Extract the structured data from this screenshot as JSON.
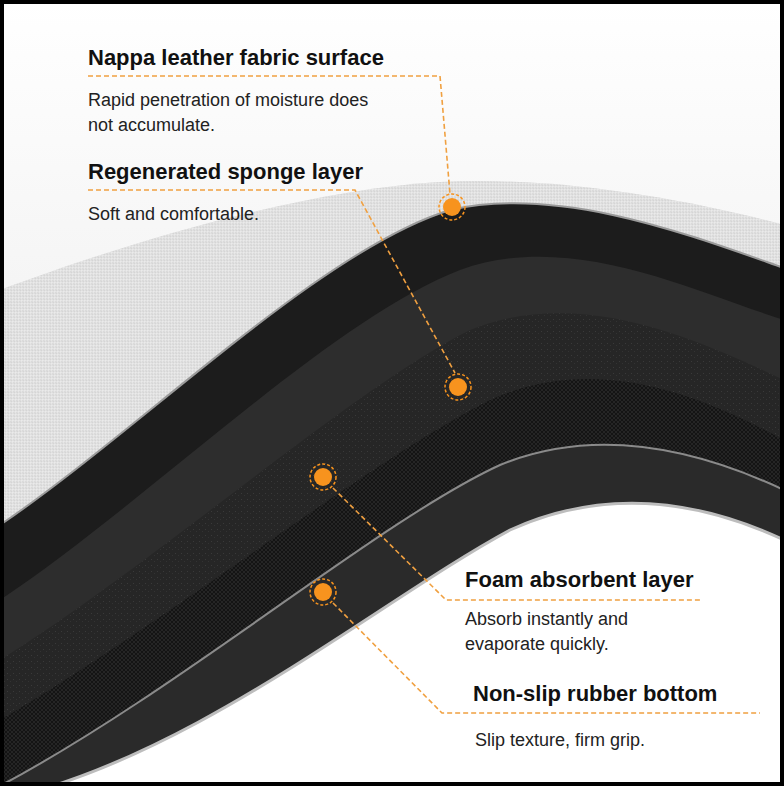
{
  "diagram": {
    "labels": [
      "Nappa leather fabric surface",
      "Rapid penetration of moisture does not accumulate.",
      "Regenerated sponge layer",
      "Soft and comfortable.",
      "Foam absorbent layer",
      "Absorb instantly and evaporate quickly.",
      "Non-slip rubber bottom",
      "Slip texture, firm grip."
    ]
  }
}
